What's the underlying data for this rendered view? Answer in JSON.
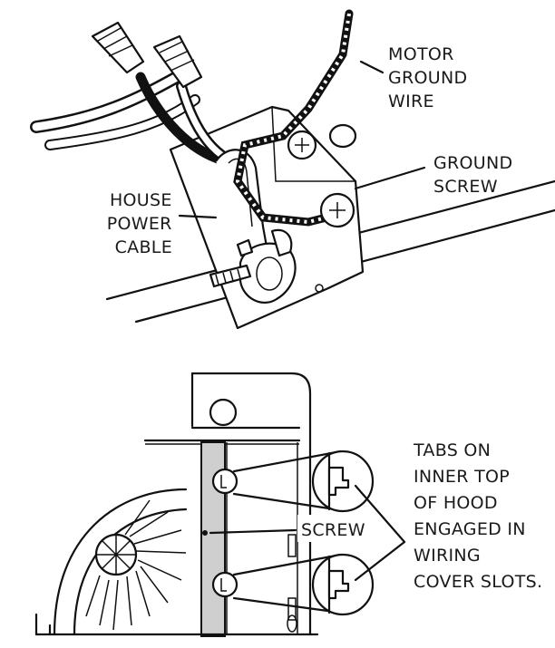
{
  "top_diagram": {
    "labels": {
      "motor_ground_wire": [
        "MOTOR",
        "GROUND",
        "WIRE"
      ],
      "ground_screw": [
        "GROUND",
        "SCREW"
      ],
      "house_power_cable": [
        "HOUSE",
        "POWER",
        "CABLE"
      ]
    }
  },
  "bottom_diagram": {
    "labels": {
      "screw": "SCREW",
      "tabs_note": [
        "TABS ON",
        "INNER TOP",
        "OF HOOD",
        "ENGAGED IN",
        "WIRING",
        "COVER SLOTS."
      ]
    }
  }
}
